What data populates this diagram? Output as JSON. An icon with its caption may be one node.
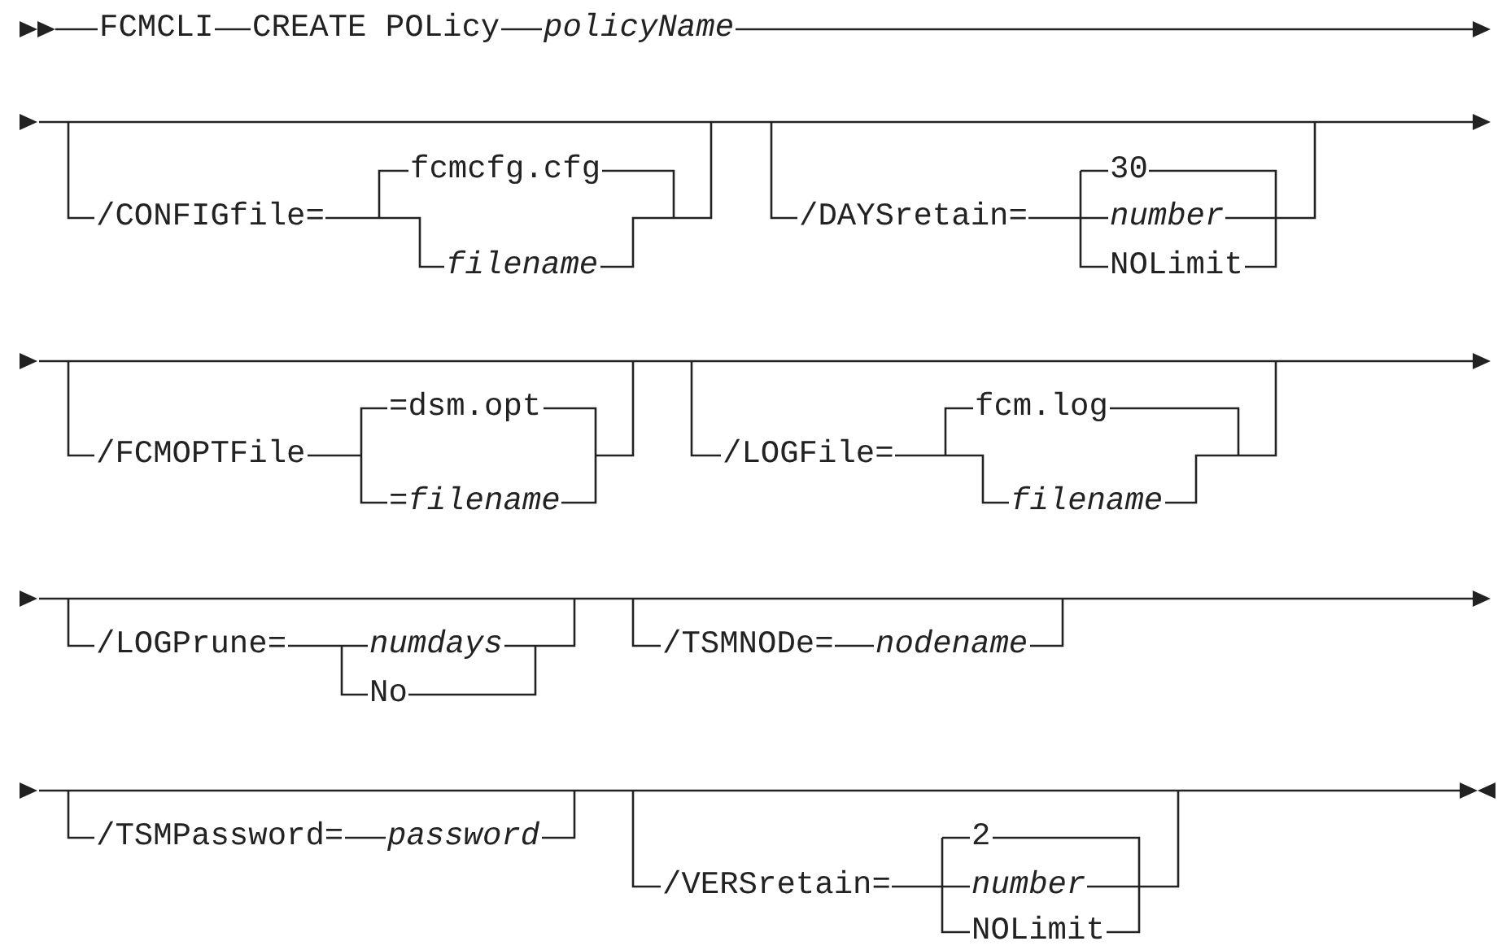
{
  "diagram": {
    "labels": [
      "FCMCLI",
      "CREATE POLicy",
      "policyName",
      "/CONFIGfile=",
      "fcmcfg.cfg",
      "filename",
      "/DAYSretain=",
      "30",
      "number",
      "NOLimit",
      "/FCMOPTFile",
      "=dsm.opt",
      "=*filename*",
      "/LOGFile=",
      "fcm.log",
      "filename",
      "/LOGPrune=",
      "numdays",
      "No",
      "/TSMNODe=",
      "nodename",
      "/TSMPassword=",
      "password",
      "/VERSretain=",
      "2",
      "number",
      "NOLimit"
    ]
  }
}
